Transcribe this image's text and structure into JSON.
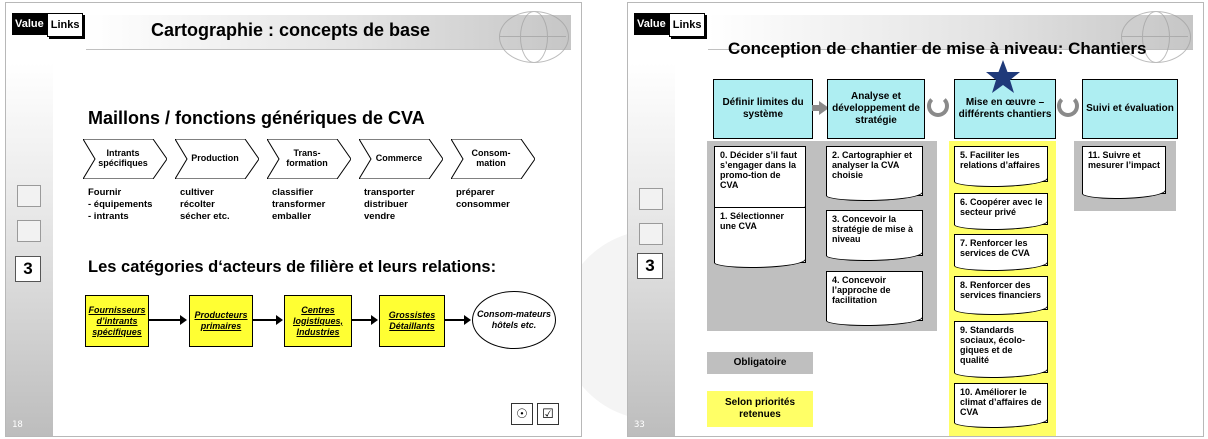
{
  "left": {
    "logo": {
      "value": "Value",
      "links": "Links"
    },
    "title": "Cartographie : concepts de base",
    "nav": {
      "current": "3"
    },
    "page_number": "18",
    "section1": "Maillons / fonctions génériques de CVA",
    "chevrons": [
      "Intrants spécifiques",
      "Production",
      "Trans-formation",
      "Commerce",
      "Consom-mation"
    ],
    "functions": [
      "Fournir\n- équipements\n- intrants",
      "cultiver\nrécolter\nsécher etc.",
      "classifier\ntransformer\nemballer",
      "transporter\ndistribuer\nvendre",
      "préparer\nconsommer"
    ],
    "section2": "Les catégories d‘acteurs de filière et leurs relations:",
    "actors": [
      "Fournisseurs d’intrants spécifiques",
      "Producteurs primaires",
      "Centres logistiques, Industries",
      "Grossistes Détaillants"
    ],
    "consumers": "Consom-mateurs hôtels etc.",
    "icons": [
      "globe-icon",
      "checklist-icon"
    ]
  },
  "right": {
    "logo": {
      "value": "Value",
      "links": "Links"
    },
    "title": "Conception de chantier de mise à niveau: Chantiers",
    "nav": {
      "current": "3"
    },
    "page_number": "33",
    "headers": [
      "Définir limites du système",
      "Analyse et développement de stratégie",
      "Mise en œuvre – différents chantiers",
      "Suivi et évaluation"
    ],
    "col1": [
      "0. Décider s’il faut s’engager dans la promo-tion de CVA",
      "1. Sélectionner une CVA"
    ],
    "col2": [
      "2. Cartographier et analyser la CVA choisie",
      "3. Concevoir la stratégie de mise à niveau",
      "4. Concevoir l’approche de facilitation"
    ],
    "col3": [
      "5. Faciliter les relations d’affaires",
      "6. Coopérer avec le secteur privé",
      "7. Renforcer les services de CVA",
      "8. Renforcer des services financiers",
      "9. Standards sociaux, écolo-giques et de qualité",
      "10. Améliorer le climat d’affaires de CVA"
    ],
    "col4": [
      "11. Suivre et mesurer l’impact"
    ],
    "legend": {
      "mandatory": "Obligatoire",
      "priority": "Selon priorités retenues"
    },
    "colors": {
      "mandatory": "#bfbfbf",
      "priority": "#ffff66",
      "header": "#aeeef2",
      "star": "#1f3a7a"
    }
  }
}
